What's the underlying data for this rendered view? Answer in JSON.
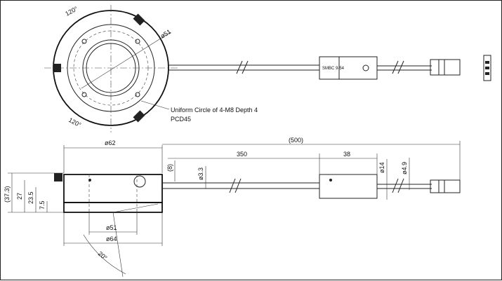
{
  "top_view": {
    "angle_top": "120°",
    "angle_bottom": "120°",
    "dia_label": "ø51",
    "note_line1": "Uniform Circle of 4-M8 Depth 4",
    "note_line2": "PCD45",
    "connector_mark": "SMBC 9-54"
  },
  "side_view": {
    "dia_62": "ø62",
    "total_length": "(500)",
    "cable_length": "350",
    "unit_length": "38",
    "dim_8": "(8)",
    "cable_dia": "ø3.3",
    "unit_dia": "ø14",
    "cable_dia_2": "ø4.9",
    "height_total": "(37.3)",
    "height_27": "27",
    "height_23_5": "23.5",
    "height_7_5": "7.5",
    "dia_51": "ø51",
    "dia_64": "ø64",
    "angle": "20°"
  }
}
